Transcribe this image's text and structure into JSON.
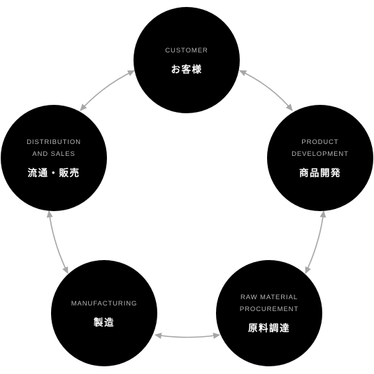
{
  "diagram": {
    "stages": [
      {
        "id": "customer",
        "label_en": "CUSTOMER",
        "label_ja": "お客様"
      },
      {
        "id": "product-development",
        "label_en": "PRODUCT\nDEVELOPMENT",
        "label_ja": "商品開発"
      },
      {
        "id": "raw-material-procurement",
        "label_en": "RAW MATERIAL\nPROCUREMENT",
        "label_ja": "原料調達"
      },
      {
        "id": "manufacturing",
        "label_en": "MANUFACTURING",
        "label_ja": "製造"
      },
      {
        "id": "distribution-and-sales",
        "label_en": "DISTRIBUTION\nAND SALES",
        "label_ja": "流通・販売"
      }
    ],
    "colors": {
      "circle": "#000000",
      "label_en": "#b5b5b5",
      "label_ja": "#ffffff",
      "connector": "#a6a6a6"
    }
  }
}
